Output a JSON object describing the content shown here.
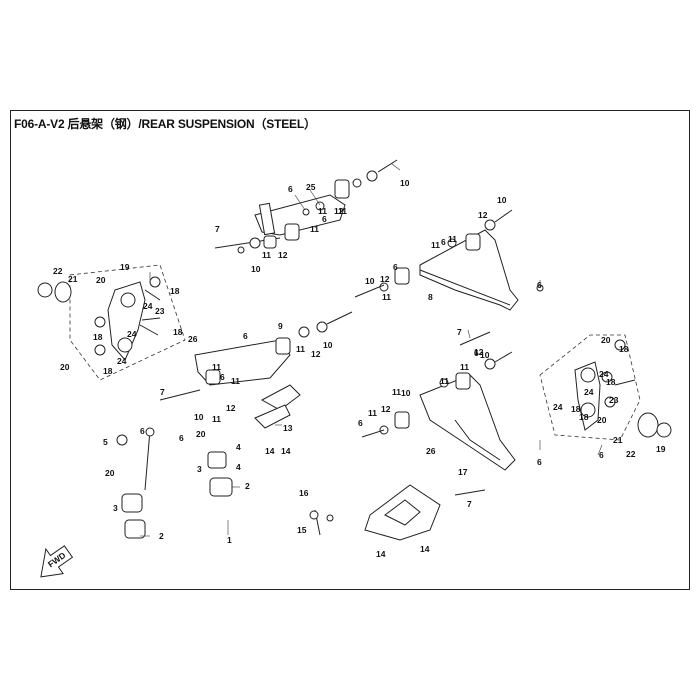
{
  "title": "F06-A-V2 后悬架（钢）/REAR SUSPENSION（STEEL）",
  "fwd_label": "FWD",
  "callouts": [
    {
      "text": "6"
    },
    {
      "text": "25"
    },
    {
      "text": "11"
    },
    {
      "text": "12"
    },
    {
      "text": "10"
    },
    {
      "text": "7"
    },
    {
      "text": "10"
    },
    {
      "text": "11"
    },
    {
      "text": "12"
    },
    {
      "text": "11"
    },
    {
      "text": "6"
    },
    {
      "text": "11"
    },
    {
      "text": "12"
    },
    {
      "text": "10"
    },
    {
      "text": "11"
    },
    {
      "text": "6"
    },
    {
      "text": "11"
    },
    {
      "text": "10"
    },
    {
      "text": "12"
    },
    {
      "text": "6"
    },
    {
      "text": "11"
    },
    {
      "text": "8"
    },
    {
      "text": "6"
    },
    {
      "text": "22"
    },
    {
      "text": "21"
    },
    {
      "text": "19"
    },
    {
      "text": "20"
    },
    {
      "text": "18"
    },
    {
      "text": "24"
    },
    {
      "text": "23"
    },
    {
      "text": "18"
    },
    {
      "text": "24"
    },
    {
      "text": "18"
    },
    {
      "text": "24"
    },
    {
      "text": "20"
    },
    {
      "text": "18"
    },
    {
      "text": "26"
    },
    {
      "text": "6"
    },
    {
      "text": "9"
    },
    {
      "text": "11"
    },
    {
      "text": "12"
    },
    {
      "text": "10"
    },
    {
      "text": "7"
    },
    {
      "text": "11"
    },
    {
      "text": "6"
    },
    {
      "text": "11"
    },
    {
      "text": "10"
    },
    {
      "text": "11"
    },
    {
      "text": "12"
    },
    {
      "text": "5"
    },
    {
      "text": "6"
    },
    {
      "text": "6"
    },
    {
      "text": "20"
    },
    {
      "text": "4"
    },
    {
      "text": "3"
    },
    {
      "text": "2"
    },
    {
      "text": "20"
    },
    {
      "text": "4"
    },
    {
      "text": "3"
    },
    {
      "text": "2"
    },
    {
      "text": "1"
    },
    {
      "text": "13"
    },
    {
      "text": "14"
    },
    {
      "text": "14"
    },
    {
      "text": "7"
    },
    {
      "text": "12"
    },
    {
      "text": "11"
    },
    {
      "text": "6"
    },
    {
      "text": "11"
    },
    {
      "text": "10"
    },
    {
      "text": "6"
    },
    {
      "text": "11"
    },
    {
      "text": "12"
    },
    {
      "text": "11"
    },
    {
      "text": "10"
    },
    {
      "text": "26"
    },
    {
      "text": "17"
    },
    {
      "text": "6"
    },
    {
      "text": "7"
    },
    {
      "text": "20"
    },
    {
      "text": "18"
    },
    {
      "text": "24"
    },
    {
      "text": "18"
    },
    {
      "text": "23"
    },
    {
      "text": "24"
    },
    {
      "text": "18"
    },
    {
      "text": "18"
    },
    {
      "text": "24"
    },
    {
      "text": "20"
    },
    {
      "text": "21"
    },
    {
      "text": "22"
    },
    {
      "text": "19"
    },
    {
      "text": "6"
    },
    {
      "text": "16"
    },
    {
      "text": "15"
    },
    {
      "text": "14"
    },
    {
      "text": "14"
    }
  ]
}
